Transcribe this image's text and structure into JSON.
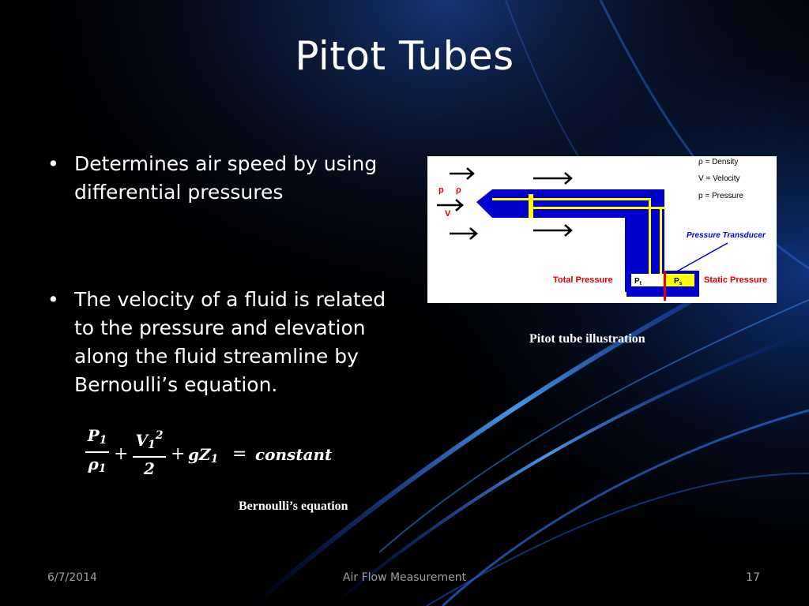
{
  "slide": {
    "title": "Pitot Tubes",
    "bullets": [
      "Determines air speed by using differential pressures",
      "The velocity of a fluid is related to the pressure and elevation along the fluid streamline by Bernoulli’s equation."
    ],
    "bullet_glyph": "•"
  },
  "equation": {
    "p": "P",
    "rho": "ρ",
    "v": "V",
    "one": "1",
    "two": "2",
    "plus": "+",
    "g": "g",
    "z": "Z",
    "equals": "=",
    "constant": "constant"
  },
  "figure": {
    "legend_density": "ρ = Density",
    "legend_velocity": "V = Velocity",
    "legend_pressure": "p = Pressure",
    "label_p": "p",
    "label_rho": "ρ",
    "label_v": "V",
    "transducer": "Pressure Transducer",
    "total_pressure": "Total Pressure",
    "static_pressure": "Static Pressure",
    "pt": "P",
    "pt_sub": "t",
    "ps": "P",
    "ps_sub": "s"
  },
  "captions": {
    "figure": "Pitot tube illustration",
    "equation": "Bernoulli’s equation"
  },
  "footer": {
    "date": "6/7/2014",
    "center": "Air Flow Measurement",
    "page": "17"
  },
  "colors": {
    "background": "#000000",
    "streak_blue": "#1e7bff",
    "tube_blue": "#0000cc",
    "tube_yellow": "#ffff00",
    "label_red": "#e00000"
  }
}
